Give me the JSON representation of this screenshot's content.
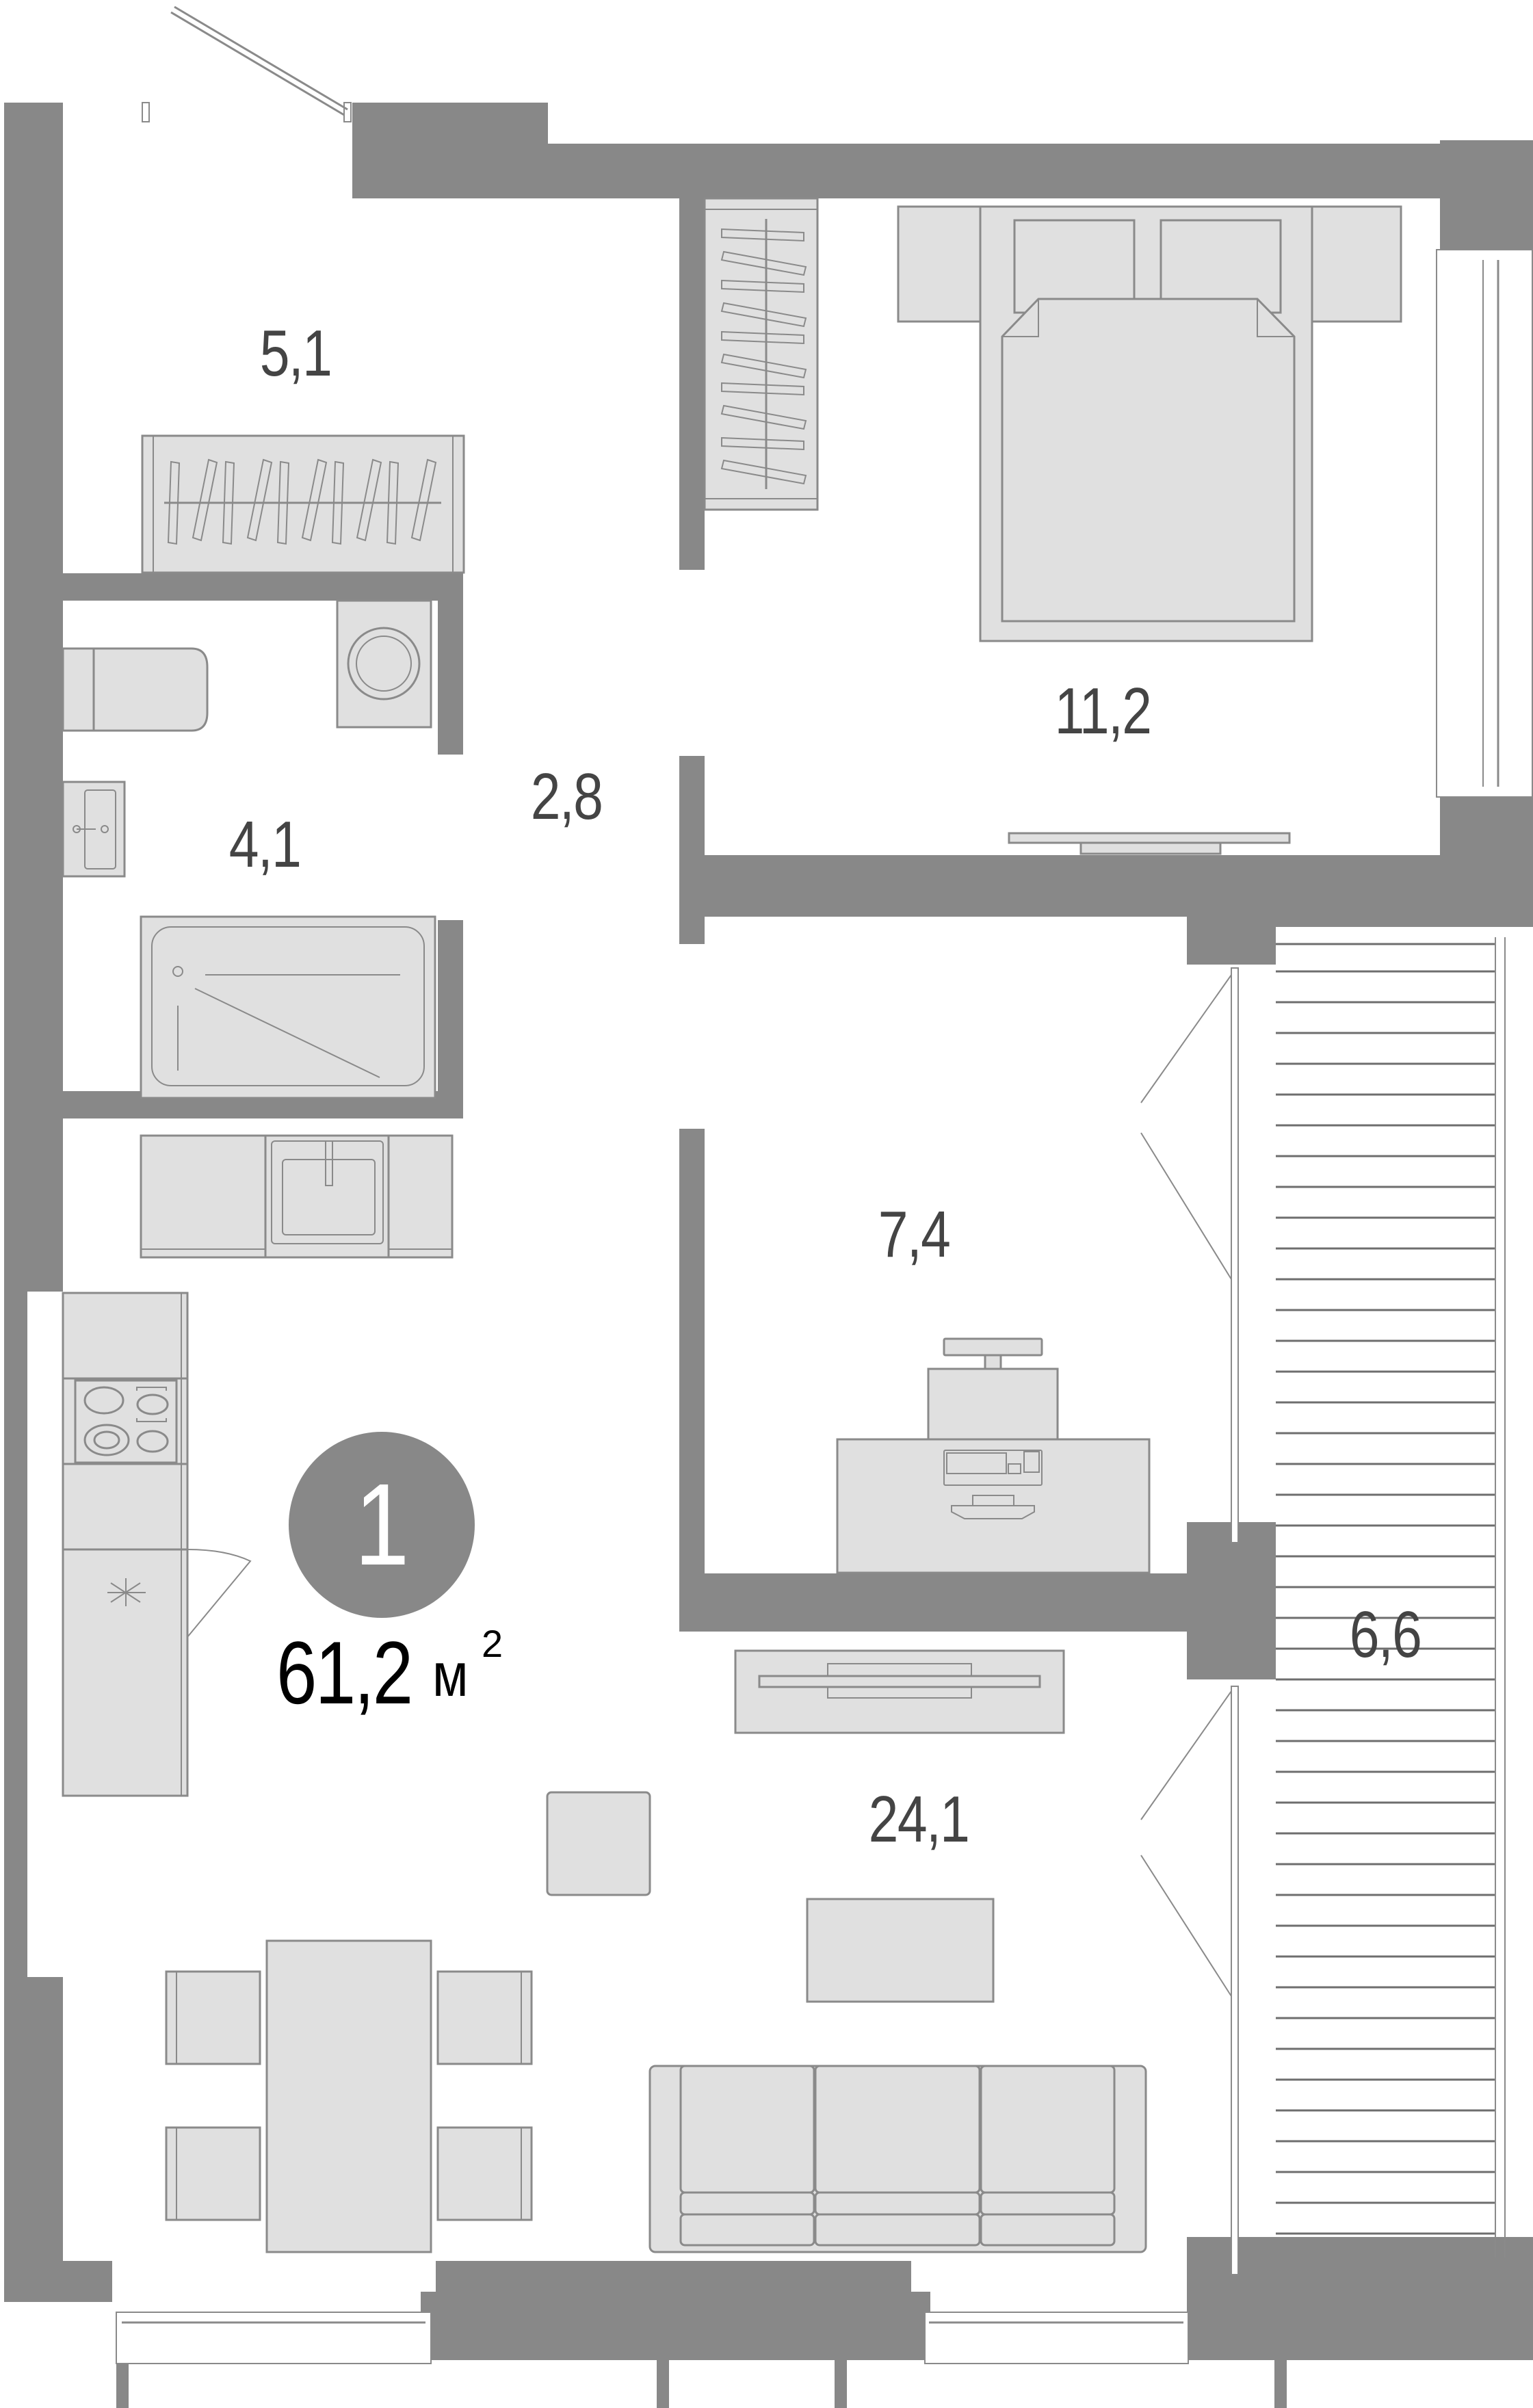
{
  "plan": {
    "apartment_number": "1",
    "total_area": {
      "value": "61,2",
      "unit": "м",
      "unit_power": "2"
    },
    "rooms": [
      {
        "id": "hall",
        "area": "5,1"
      },
      {
        "id": "bedroom",
        "area": "11,2"
      },
      {
        "id": "corridor",
        "area": "2,8"
      },
      {
        "id": "bathroom",
        "area": "4,1"
      },
      {
        "id": "study",
        "area": "7,4"
      },
      {
        "id": "balcony",
        "area": "6,6"
      },
      {
        "id": "living-kitchen",
        "area": "24,1"
      }
    ],
    "colors": {
      "wall": "#888888",
      "furniture_fill": "#e0e0e0",
      "furniture_stroke": "#8a8a8a",
      "label": "#444444",
      "badge_bg": "#888888",
      "badge_text": "#ffffff",
      "total_text": "#000000"
    }
  }
}
